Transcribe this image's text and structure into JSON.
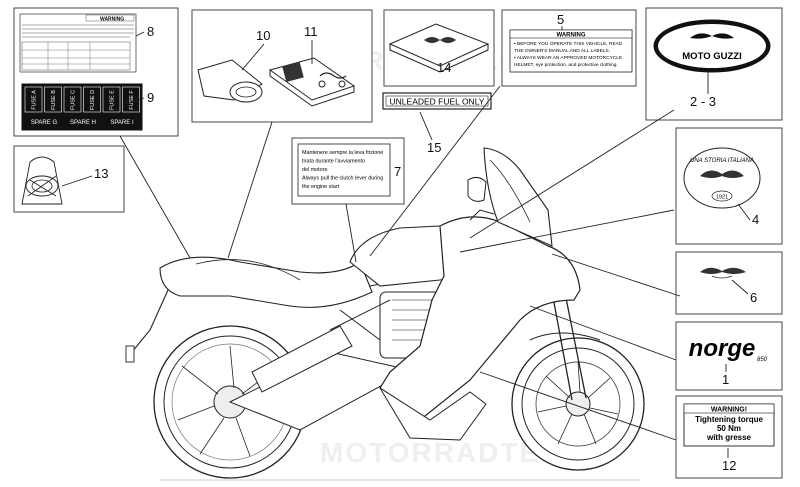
{
  "callouts": {
    "c1": "1",
    "c23": "2 - 3",
    "c4": "4",
    "c5": "5",
    "c6": "6",
    "c7": "7",
    "c8": "8",
    "c9": "9",
    "c10": "10",
    "c11": "11",
    "c12": "12",
    "c13": "13",
    "c14": "14",
    "c15": "15"
  },
  "decals": {
    "fuel_decal_text": "UNLEADED FUEL ONLY",
    "warning_header": "WARNING",
    "warning_lines": [
      "• BEFORE YOU OPERATE THIS VEHICLE, READ",
      "  THE OWNER'S MANUAL AND ALL LABELS.",
      "• ALWAYS WEAR AN APPROVED MOTORCYCLE",
      "  HELMET, eye protection, and protective clothing."
    ],
    "logo_text": "MOTO GUZZI",
    "tank_logo_top": "UNA STORIA ITALIANA",
    "tank_logo_bottom": "1921",
    "norge_text": "norge",
    "norge_sub": "850",
    "torque_header": "WARNING!",
    "torque_lines": [
      "Tightening torque",
      "50 Nm",
      "with gresse"
    ],
    "clutch_lines": [
      "Mantenere sempre la leva frizione",
      "tirata durante l'avviamento",
      "del motore",
      "Always pull the clutch lever during",
      "the engine start"
    ],
    "fuse_top": [
      "FUSE A",
      "FUSE B",
      "FUSE C",
      "FUSE D",
      "FUSE E",
      "FUSE F"
    ],
    "fuse_bottom": [
      "SPARE G",
      "SPARE H",
      "SPARE I"
    ],
    "label8_header": "WARNING"
  },
  "watermark": "MOTORRADTEILE"
}
